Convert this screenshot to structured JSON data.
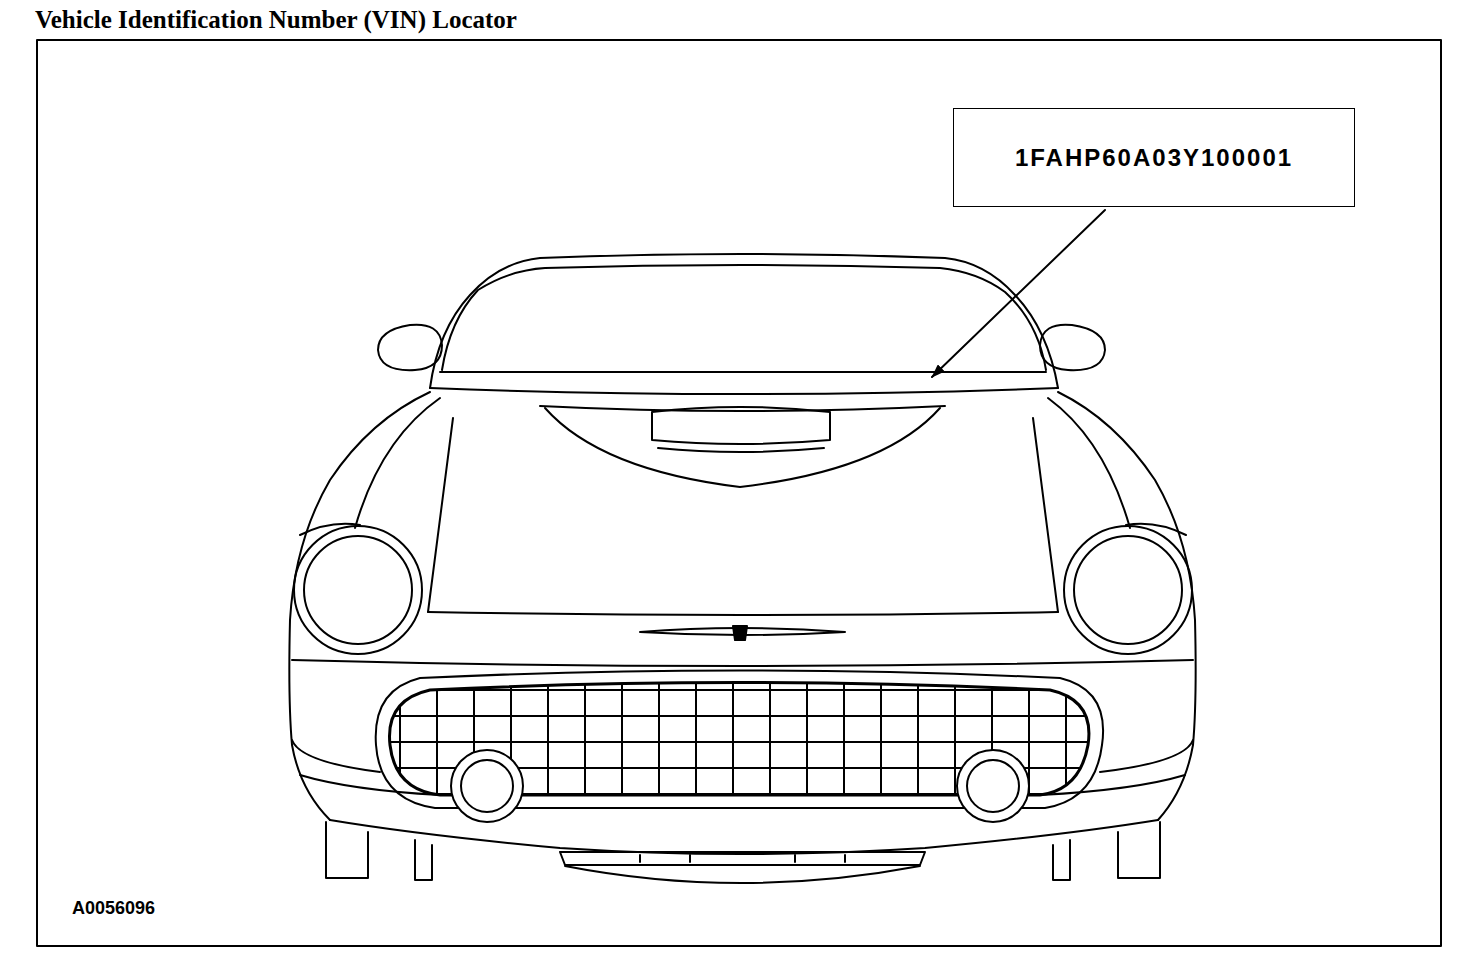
{
  "diagram": {
    "title": "Vehicle Identification Number (VIN) Locator",
    "nodes": [
      {
        "text": [
          "1FAHP60A03Y100001"
        ]
      }
    ],
    "labels": [
      "A0056096"
    ]
  }
}
